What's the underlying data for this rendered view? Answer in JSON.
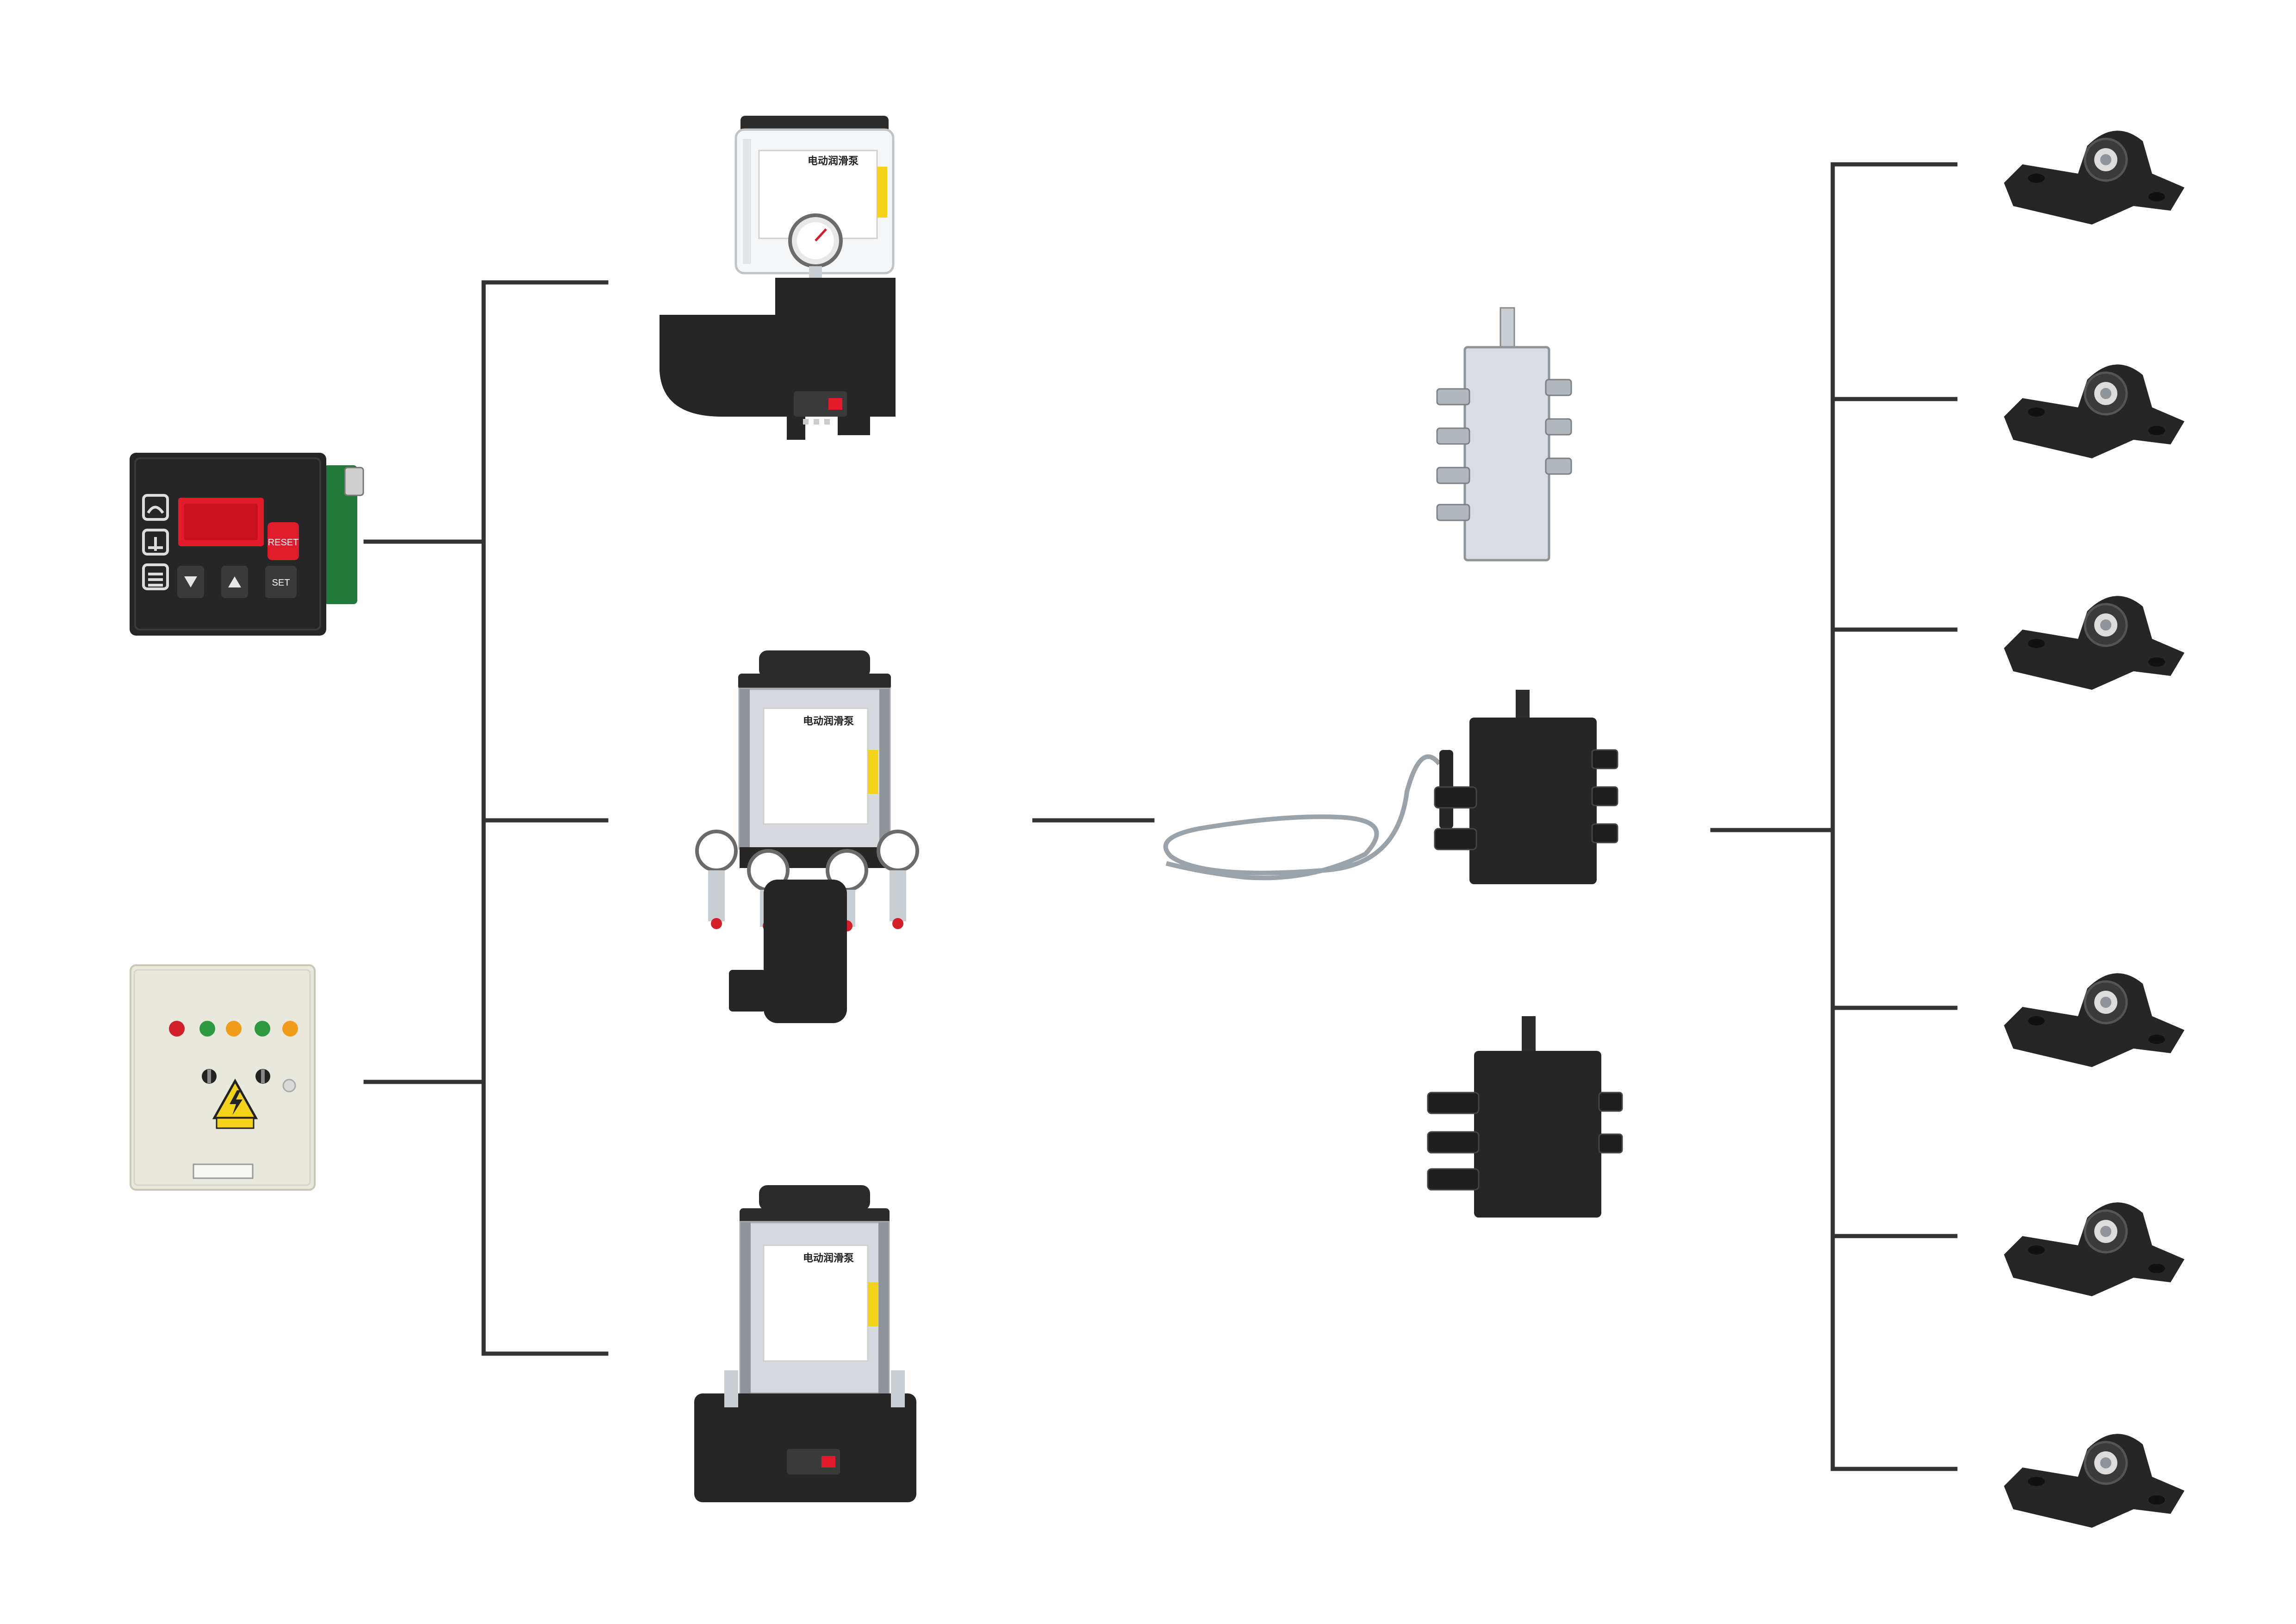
{
  "colors": {
    "background": "#ffffff",
    "connector": "#333333",
    "device_dark": "#262626",
    "lcd_red": "#e21a2a",
    "reset_red": "#e01e2b",
    "cabinet": "#e9e8dc",
    "steel": "#c9ced3",
    "pcb_green": "#1f7a3a"
  },
  "controller": {
    "reset_label": "RESET",
    "set_label": "SET",
    "down_icon": "triangle-down-icon",
    "up_icon": "triangle-up-icon"
  },
  "pump_label": {
    "title": "电动润滑泵"
  },
  "icons": {
    "pressure_gauge": "pressure-gauge-icon",
    "warning": "high-voltage-warning-icon",
    "bearing": "pillow-block-bearing-icon",
    "distributor": "progressive-distributor-icon",
    "cable": "sensor-cable-icon"
  }
}
